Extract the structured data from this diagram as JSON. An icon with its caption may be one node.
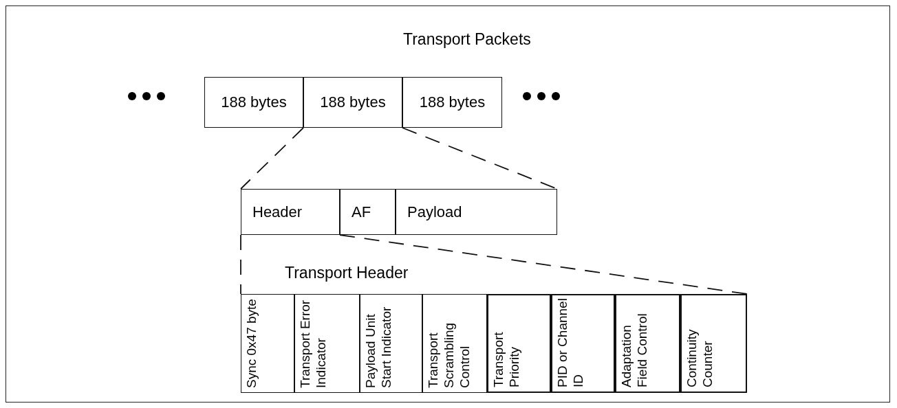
{
  "diagram": {
    "title": "Transport Packets",
    "nodes": [
      {
        "text": [
          "188 bytes"
        ]
      },
      {
        "text": [
          "188 bytes"
        ]
      },
      {
        "text": [
          "188 bytes"
        ]
      },
      {
        "text": [
          "Header"
        ]
      },
      {
        "text": [
          "AF"
        ]
      },
      {
        "text": [
          "Payload"
        ]
      },
      {
        "text": [
          "Sync 0x47 byte"
        ]
      },
      {
        "text": [
          "Transport Error Indicator"
        ]
      },
      {
        "text": [
          "Payload Unit Start Indicator"
        ]
      },
      {
        "text": [
          "Transport Scrambling Control"
        ]
      },
      {
        "text": [
          "Transport Priority"
        ]
      },
      {
        "text": [
          "PID or Channel ID"
        ]
      },
      {
        "text": [
          "Adaptation Field Control"
        ]
      },
      {
        "text": [
          "Continuity Counter"
        ]
      }
    ],
    "edges": [
      {
        "from": 1,
        "to": 3,
        "arrow": "none",
        "style": "dashed"
      },
      {
        "from": 1,
        "to": 5,
        "arrow": "none",
        "style": "dashed"
      },
      {
        "from": 3,
        "to": 6,
        "arrow": "none",
        "style": "dashed"
      },
      {
        "from": 3,
        "to": 13,
        "arrow": "none",
        "style": "dashed"
      }
    ],
    "labels": [
      "Transport Header"
    ]
  }
}
